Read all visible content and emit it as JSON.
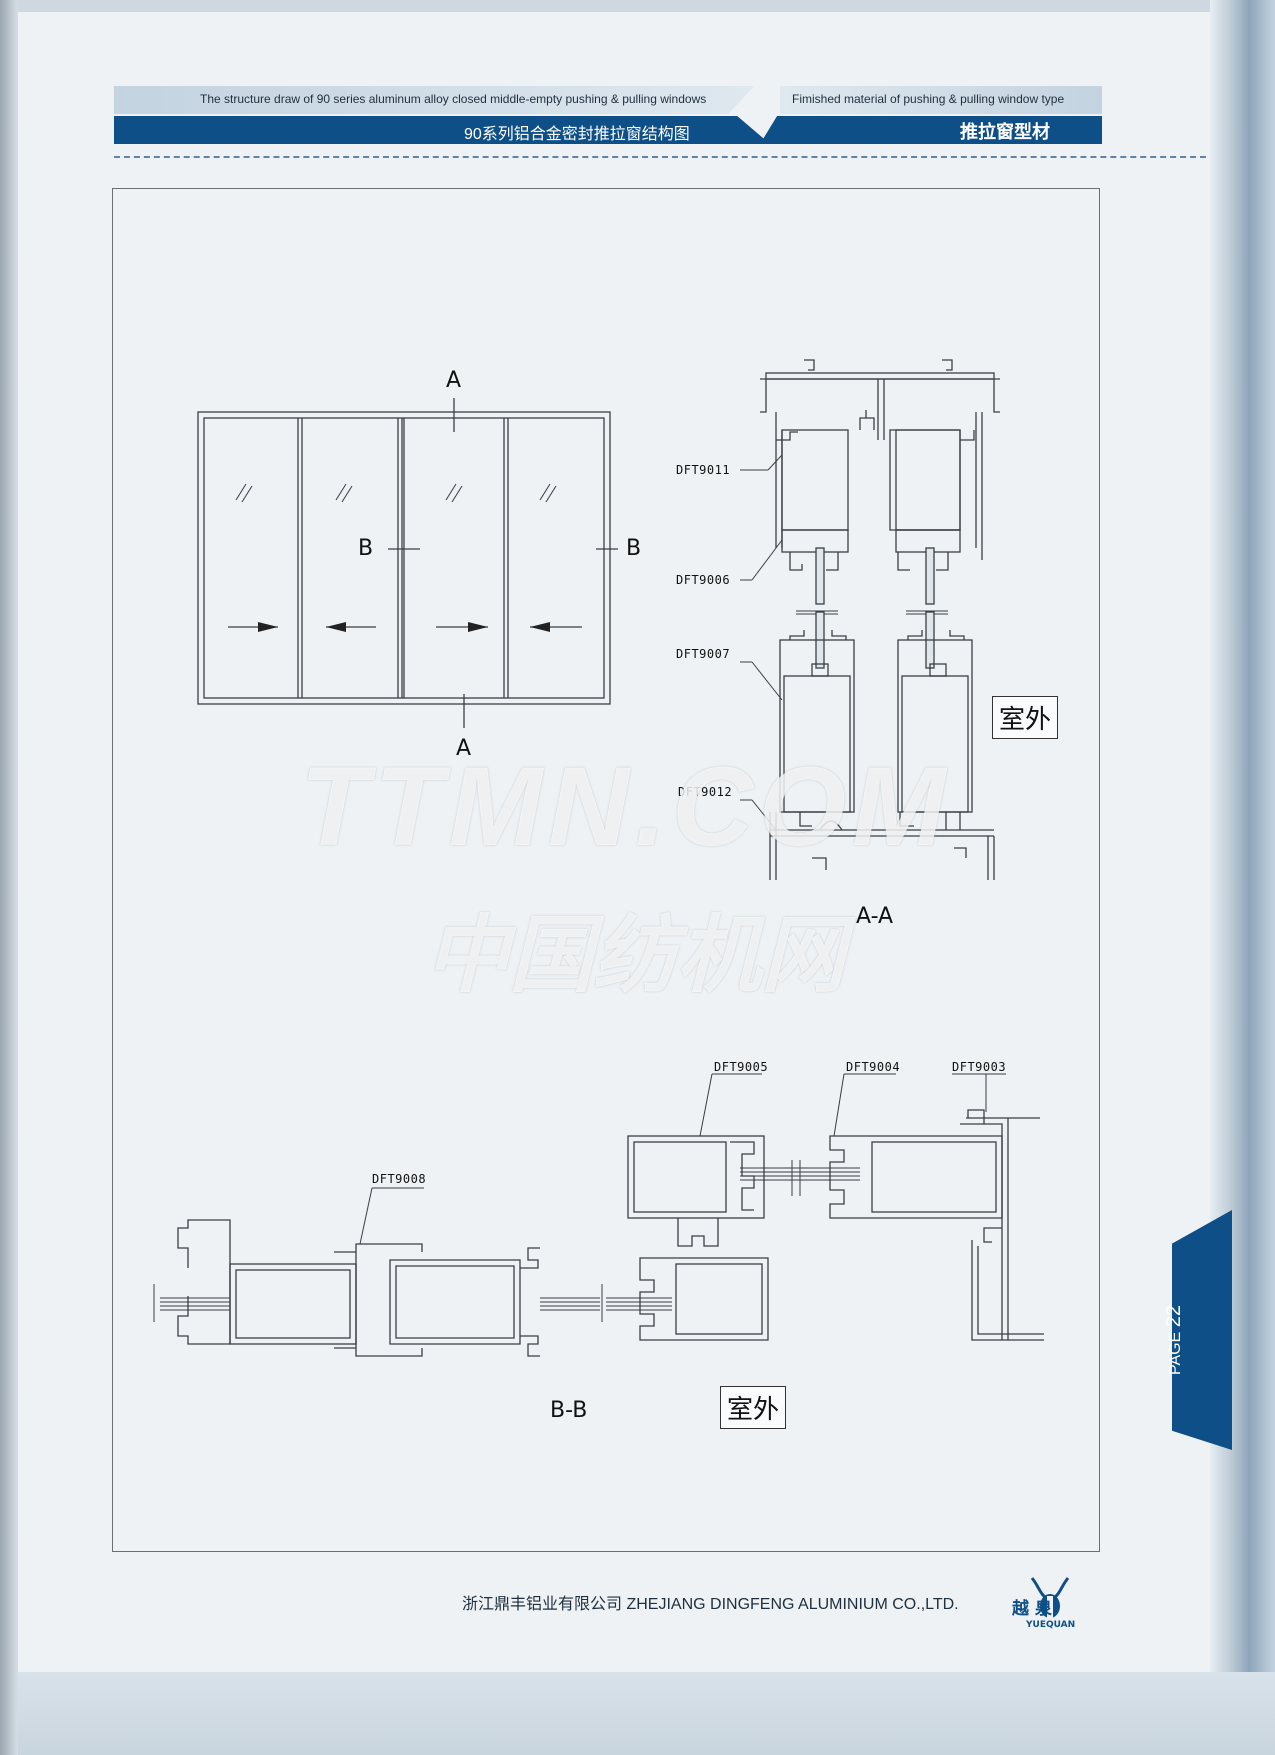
{
  "header": {
    "title_en": "The structure draw of 90 series aluminum alloy closed middle-empty pushing & pulling windows",
    "title_cn": "90系列铝合金密封推拉窗结构图",
    "category_en": "Fimished material of pushing & pulling window type",
    "category_cn": "推拉窗型材"
  },
  "elevation": {
    "section_marks": [
      "A",
      "A",
      "B",
      "B"
    ]
  },
  "section_aa": {
    "title": "A-A",
    "parts": [
      "DFT9011",
      "DFT9006",
      "DFT9007",
      "DFT9012"
    ],
    "outside_label": "室外"
  },
  "section_bb": {
    "title": "B-B",
    "parts": [
      "DFT9005",
      "DFT9004",
      "DFT9003",
      "DFT9008"
    ],
    "outside_label": "室外"
  },
  "watermark": {
    "line1": "TTMN.COM",
    "line2": "中国纺机网"
  },
  "footer": {
    "company": "浙江鼎丰铝业有限公司  ZHEJIANG DINGFENG ALUMINIUM CO.,LTD.",
    "logo_text": "越  泉",
    "logo_sub": "YUEQUAN"
  },
  "page_tab": {
    "label": "PAGE",
    "number": "22"
  },
  "colors": {
    "brand_blue": "#0d4f86",
    "paper": "#eef2f5"
  }
}
